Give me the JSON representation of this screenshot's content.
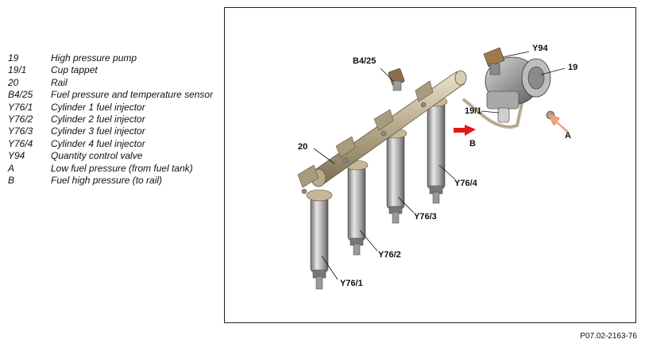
{
  "legend": [
    {
      "code": "19",
      "desc": "High pressure pump"
    },
    {
      "code": "19/1",
      "desc": "Cup tappet"
    },
    {
      "code": "20",
      "desc": "Rail"
    },
    {
      "code": "B4/25",
      "desc": "Fuel pressure and temperature sensor"
    },
    {
      "code": "Y76/1",
      "desc": "Cylinder 1 fuel injector"
    },
    {
      "code": "Y76/2",
      "desc": "Cylinder 2 fuel injector"
    },
    {
      "code": "Y76/3",
      "desc": "Cylinder 3 fuel injector"
    },
    {
      "code": "Y76/4",
      "desc": "Cylinder 4 fuel injector"
    },
    {
      "code": "Y94",
      "desc": "Quantity control valve"
    },
    {
      "code": "A",
      "desc": "Low fuel pressure (from fuel tank)"
    },
    {
      "code": "B",
      "desc": "Fuel high pressure (to rail)"
    }
  ],
  "callouts": {
    "b4_25": "B4/25",
    "y94": "Y94",
    "c19": "19",
    "c19_1": "19/1",
    "c20": "20",
    "y76_1": "Y76/1",
    "y76_2": "Y76/2",
    "y76_3": "Y76/3",
    "y76_4": "Y76/4",
    "arrow_a": "A",
    "arrow_b": "B"
  },
  "colors": {
    "rail": "#b7a98a",
    "injector": "#a9a9a9",
    "arrow_a": "#f4a07a",
    "arrow_b": "#e0191b"
  },
  "figure_id": "P07.02-2163-76"
}
